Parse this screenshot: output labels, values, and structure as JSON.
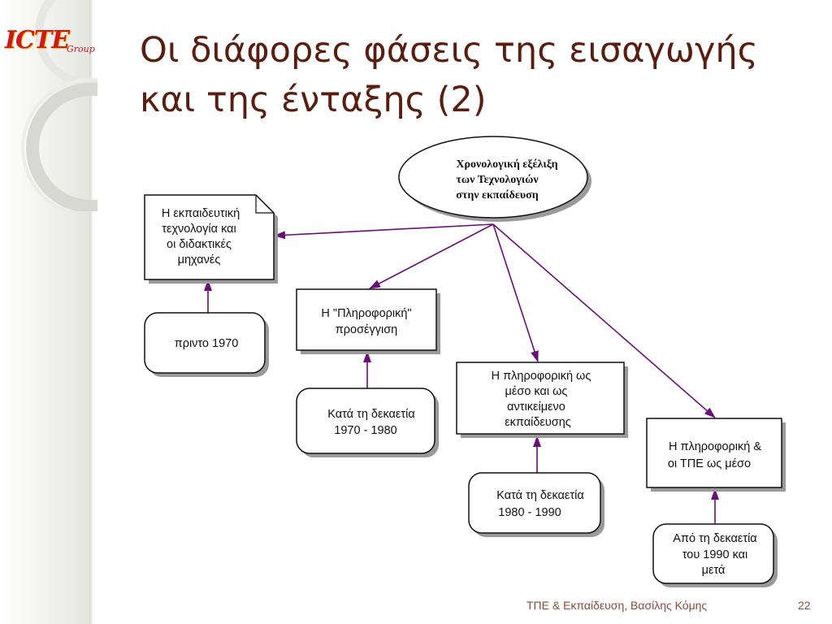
{
  "logo": {
    "text": "ICTE",
    "sub": "Group"
  },
  "title": {
    "line1": "Οι διάφορες φάσεις της εισαγωγής",
    "line2": "και της ένταξης (2)"
  },
  "diagram": {
    "root": [
      "Χρονολογική εξέλιξη",
      "των Τεχνολογιών",
      "στην εκπαίδευση"
    ],
    "phases": [
      {
        "label": [
          "Η εκπαιδευτική",
          "τεχνολογία και",
          "οι διδακτικές",
          "μηχανές"
        ],
        "period": [
          "πριντο 1970"
        ]
      },
      {
        "label": [
          "Η \"Πληροφορική\"",
          "προσέγγιση"
        ],
        "period": [
          "Κατά τη δεκαετία",
          "1970 - 1980"
        ]
      },
      {
        "label": [
          "Η πληροφορική ως",
          "μέσο και ως",
          "αντικείμενο",
          "εκπαίδευσης"
        ],
        "period": [
          "Κατά τη δεκαετία",
          "1980 - 1990"
        ]
      },
      {
        "label": [
          "Η πληροφορική &",
          "οι ΤΠΕ ως μέσο"
        ],
        "period": [
          "Από τη δεκαετία",
          "του 1990 και",
          "μετά"
        ]
      }
    ]
  },
  "colors": {
    "arrow": "#6b0f78",
    "title": "#5a1e10",
    "footer": "#8a4a3a"
  },
  "footer": {
    "text": "ΤΠΕ & Εκπαίδευση, Βασίλης Κόμης",
    "page": "22"
  }
}
